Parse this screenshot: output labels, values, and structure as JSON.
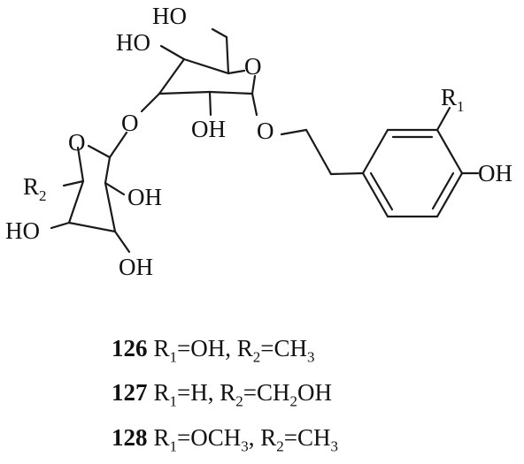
{
  "structure": {
    "atoms": {
      "oh_ch2": "HO",
      "oh_glc_c4": "HO",
      "o_glc_ring": "O",
      "o_glycosidic": "O",
      "oh_glc_c2": "OH",
      "o_aglycone": "O",
      "o_rha_ring": "O",
      "r2_letter": "R",
      "r2_sub": "2",
      "oh_rha_c2": "OH",
      "oh_rha_c4": "HO",
      "oh_rha_c3": "OH",
      "r1_letter": "R",
      "r1_sub": "1",
      "oh_phenol": "OH"
    }
  },
  "compounds": [
    {
      "number": "126",
      "r1": "R",
      "r1_sub": "1",
      "r1_eq": "=OH, ",
      "r2": "R",
      "r2_sub": "2",
      "r2_eq": "=CH",
      "r2_sub2": "3",
      "r2_tail": ""
    },
    {
      "number": "127",
      "r1": "R",
      "r1_sub": "1",
      "r1_eq": "=H, ",
      "r2": "R",
      "r2_sub": "2",
      "r2_eq": "=CH",
      "r2_sub2": "2",
      "r2_tail": "OH"
    },
    {
      "number": "128",
      "r1": "R",
      "r1_sub": "1",
      "r1_eq": "=OCH",
      "r1_sub2": "3",
      "r1_eq2": ", ",
      "r2": "R",
      "r2_sub": "2",
      "r2_eq": "=CH",
      "r2_sub2": "3",
      "r2_tail": ""
    }
  ]
}
